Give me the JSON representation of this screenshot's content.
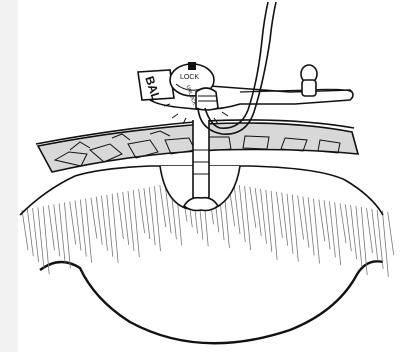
{
  "figure": {
    "labels": {
      "lock": "LOCK",
      "unlock": "UNLOCK",
      "bal": "BAL"
    }
  },
  "colors": {
    "stroke": "#111111",
    "skin_fill": "#d8d8d8",
    "device_fill": "#ffffff",
    "background_strip": "#f2f2f2"
  }
}
